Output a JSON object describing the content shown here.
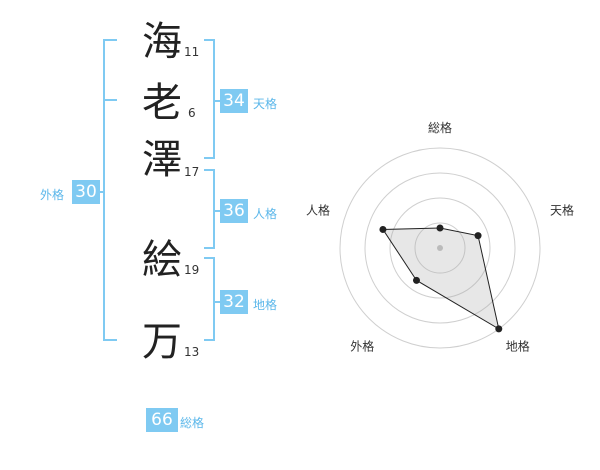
{
  "name": {
    "chars": [
      {
        "char": "海",
        "strokes": "11"
      },
      {
        "char": "老",
        "strokes": "6"
      },
      {
        "char": "澤",
        "strokes": "17"
      },
      {
        "char": "絵",
        "strokes": "19"
      },
      {
        "char": "万",
        "strokes": "13"
      }
    ]
  },
  "fortune": {
    "tenkaku": {
      "value": "34",
      "label": "天格"
    },
    "jinkaku": {
      "value": "36",
      "label": "人格"
    },
    "chikaku": {
      "value": "32",
      "label": "地格"
    },
    "gaikaku": {
      "value": "30",
      "label": "外格"
    },
    "soukaku": {
      "value": "66",
      "label": "総格"
    }
  },
  "colors": {
    "accent": "#7fcaf2",
    "bracket": "#7fcaf2",
    "text": "#222222"
  },
  "chart_data": {
    "type": "radar",
    "axes": [
      "総格",
      "天格",
      "地格",
      "外格",
      "人格"
    ],
    "values": [
      1,
      2,
      5,
      2,
      3
    ],
    "rmax": 5,
    "rings": 4
  }
}
